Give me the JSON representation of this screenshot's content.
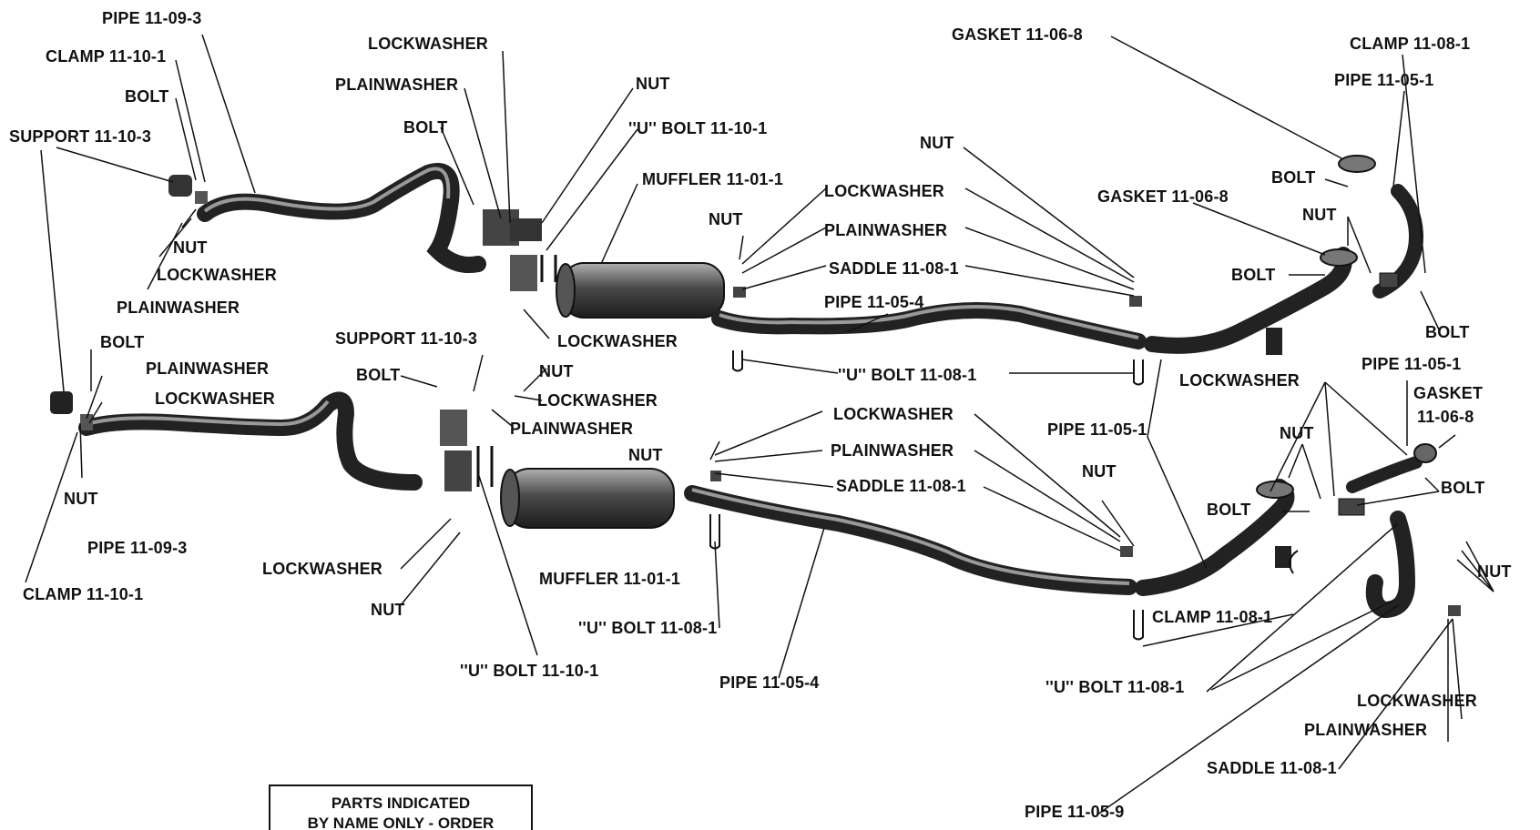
{
  "labels": {
    "pipe_11_09_3_top": "PIPE 11-09-3",
    "clamp_11_10_1_top": "CLAMP 11-10-1",
    "bolt_top_left": "BOLT",
    "support_11_10_3_top": "SUPPORT 11-10-3",
    "nut_top_left": "NUT",
    "lockwasher_top_left": "LOCKWASHER",
    "plainwasher_top_left": "PLAINWASHER",
    "bolt_mid_left": "BOLT",
    "plainwasher_mid_left": "PLAINWASHER",
    "lockwasher_mid_left": "LOCKWASHER",
    "nut_mid_left": "NUT",
    "pipe_11_09_3_bottom": "PIPE 11-09-3",
    "clamp_11_10_1_bottom": "CLAMP 11-10-1",
    "lockwasher_top_center": "LOCKWASHER",
    "plainwasher_top_center": "PLAINWASHER",
    "bolt_top_center": "BOLT",
    "nut_top_center": "NUT",
    "u_bolt_11_10_1_top": "''U'' BOLT 11-10-1",
    "support_11_10_3_mid": "SUPPORT 11-10-3",
    "lockwasher_center": "LOCKWASHER",
    "nut_center": "NUT",
    "bolt_center": "BOLT",
    "lockwasher_center_2": "LOCKWASHER",
    "plainwasher_center": "PLAINWASHER",
    "lockwasher_bottom_left": "LOCKWASHER",
    "nut_bottom_left": "NUT",
    "u_bolt_11_10_1_bottom": "''U'' BOLT 11-10-1",
    "muffler_11_01_1_top": "MUFFLER 11-01-1",
    "nut_muffler_top": "NUT",
    "lockwasher_muffler_top": "LOCKWASHER",
    "plainwasher_muffler_top": "PLAINWASHER",
    "saddle_11_08_1_top": "SADDLE 11-08-1",
    "nut_far_top": "NUT",
    "pipe_11_05_4_top": "PIPE 11-05-4",
    "u_bolt_11_08_1_top": "''U'' BOLT 11-08-1",
    "lockwasher_muffler_bottom": "LOCKWASHER",
    "nut_muffler_bottom": "NUT",
    "plainwasher_muffler_bottom": "PLAINWASHER",
    "saddle_11_08_1_mid": "SADDLE 11-08-1",
    "muffler_11_01_1_bottom": "MUFFLER 11-01-1",
    "u_bolt_11_08_1_mid": "''U'' BOLT 11-08-1",
    "pipe_11_05_4_bottom": "PIPE 11-05-4",
    "nut_right_mid": "NUT",
    "gasket_11_06_8_top": "GASKET 11-06-8",
    "clamp_11_08_1_top": "CLAMP 11-08-1",
    "pipe_11_05_1_top": "PIPE 11-05-1",
    "bolt_right_top": "BOLT",
    "gasket_11_06_8_mid": "GASKET 11-06-8",
    "nut_right_top": "NUT",
    "bolt_right_2": "BOLT",
    "bolt_right_3": "BOLT",
    "lockwasher_right": "LOCKWASHER",
    "pipe_11_05_1_right": "PIPE 11-05-1",
    "gasket_right_1": "GASKET",
    "gasket_right_2": "11-06-8",
    "pipe_11_05_1_mid": "PIPE 11-05-1",
    "nut_right_lower": "NUT",
    "bolt_right_lower": "BOLT",
    "bolt_right_lower_2": "BOLT",
    "nut_far_right": "NUT",
    "clamp_11_08_1_bottom": "CLAMP 11-08-1",
    "u_bolt_11_08_1_bottom": "''U'' BOLT 11-08-1",
    "lockwasher_bottom_right": "LOCKWASHER",
    "plainwasher_bottom_right": "PLAINWASHER",
    "saddle_11_08_1_bottom": "SADDLE 11-08-1",
    "pipe_11_05_9": "PIPE 11-05-9"
  },
  "notice": {
    "line1": "PARTS INDICATED",
    "line2": "BY NAME ONLY - ORDER"
  }
}
